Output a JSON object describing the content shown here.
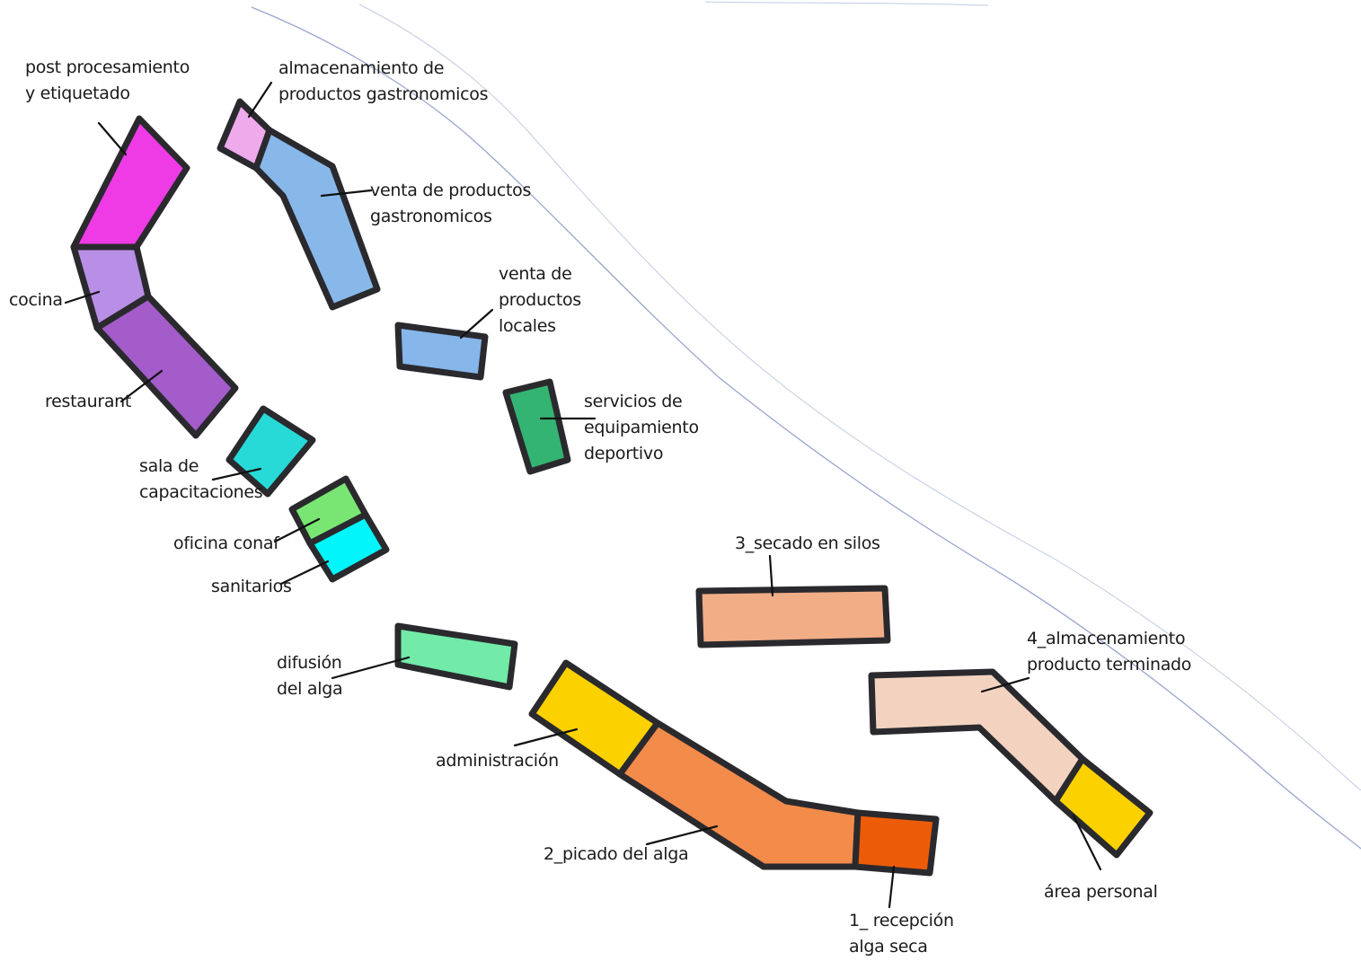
{
  "colors": {
    "post_procesamiento": "#ee3be6",
    "almacenamiento_gastronomicos": "#eeaaea",
    "venta_gastronomicos": "#88b8ea",
    "cocina": "#b98ee6",
    "restaurant": "#a35cc9",
    "venta_locales": "#86b6ea",
    "servicios_deportivo": "#34b472",
    "sala_capacitaciones": "#27dad8",
    "oficina_conaf": "#79e673",
    "sanitarios": "#00f6fb",
    "difusion": "#72eaa8",
    "administracion": "#fcd100",
    "picado": "#f38b4b",
    "recepcion": "#ec5c08",
    "secado": "#f1ad86",
    "almacenamiento_terminado": "#f3d3c0",
    "area_personal": "#fcd100",
    "outline": "#2a2a2e"
  },
  "labels": {
    "post_procesamiento": "post procesamiento\ny etiquetado",
    "almacenamiento_gastronomicos": "almacenamiento de\nproductos gastronomicos",
    "venta_gastronomicos": "venta de productos\ngastronomicos",
    "cocina": "cocina",
    "restaurant": "restaurant",
    "venta_locales": "venta de\nproductos\nlocales",
    "servicios_deportivo": "servicios de\nequipamiento\ndeportivo",
    "sala_capacitaciones": "sala de\ncapacitaciones",
    "oficina_conaf": "oficina conaf",
    "sanitarios": "sanitarios",
    "difusion": "difusión\ndel alga",
    "administracion": "administración",
    "secado": "3_secado en silos",
    "almacenamiento_terminado": "4_almacenamiento\nproducto terminado",
    "picado": "2_picado del alga",
    "area_personal": "área personal",
    "recepcion": "1_ recepción\nalga seca"
  }
}
